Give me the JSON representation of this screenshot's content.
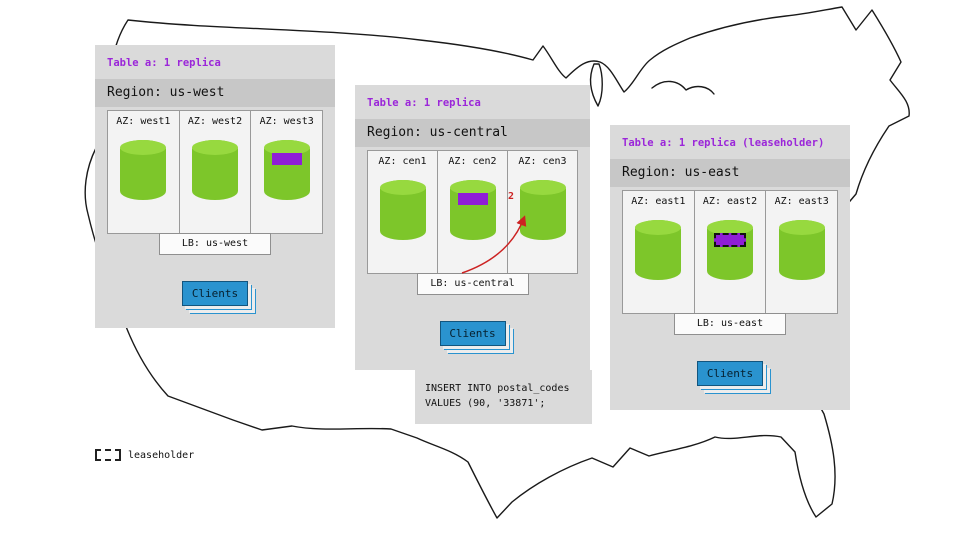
{
  "diagram": {
    "panels": {
      "west": {
        "table_label": "Table a: 1 replica",
        "region_label": "Region: us-west",
        "azs": [
          "AZ: west1",
          "AZ: west2",
          "AZ: west3"
        ],
        "lb_label": "LB: us-west",
        "clients_label": "Clients"
      },
      "central": {
        "table_label": "Table a: 1 replica",
        "region_label": "Region: us-central",
        "azs": [
          "AZ: cen1",
          "AZ: cen2",
          "AZ: cen3"
        ],
        "lb_label": "LB: us-central",
        "clients_label": "Clients"
      },
      "east": {
        "table_label": "Table a: 1 replica (leaseholder)",
        "region_label": "Region: us-east",
        "azs": [
          "AZ: east1",
          "AZ: east2",
          "AZ: east3"
        ],
        "lb_label": "LB: us-east",
        "clients_label": "Clients"
      }
    },
    "arrow": {
      "label": "2"
    },
    "sql": {
      "line1": "INSERT INTO postal_codes",
      "line2": "VALUES (90, '33871';"
    },
    "legend": {
      "label": "leaseholder"
    },
    "colors": {
      "cylinder": "#7dc62a",
      "cylinder_top": "#97d93f",
      "replica": "#8f1ed6",
      "clients_blue": "#2a93cf",
      "table_label_purple": "#9b26d9",
      "arrow_red": "#cc2222"
    }
  }
}
